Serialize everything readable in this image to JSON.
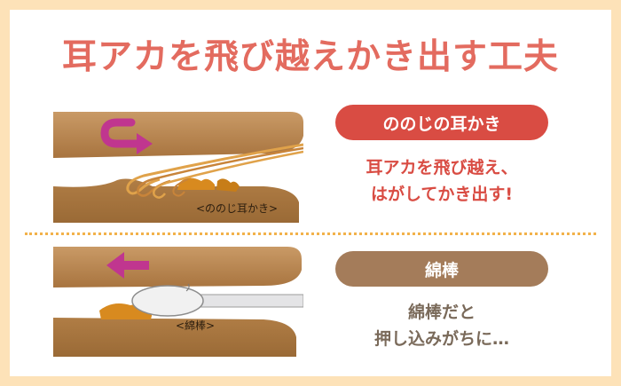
{
  "title": "耳アカを飛び越えかき出す工夫",
  "top_panel": {
    "caption": "<ののじ耳かき>",
    "badge": "ののじの耳かき",
    "desc_line1": "耳アカを飛び越え、",
    "desc_line2": "はがしてかき出す!"
  },
  "bottom_panel": {
    "caption": "<綿棒>",
    "badge": "綿棒",
    "desc_line1": "綿棒だと",
    "desc_line2": "押し込みがちに…"
  },
  "colors": {
    "title": "#e36b5f",
    "badge_red": "#d94c43",
    "badge_brown": "#a47c5a",
    "frame": "#fde2b8",
    "divider": "#f2b24a",
    "arrow": "#c0368f"
  }
}
